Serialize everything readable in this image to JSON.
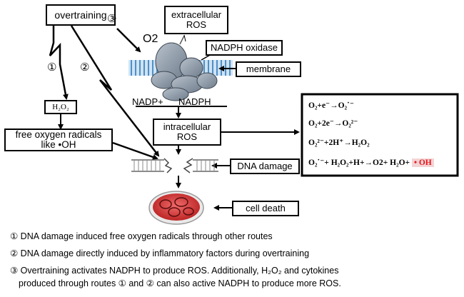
{
  "boxes": {
    "overtraining": "overtraining",
    "extracellular_ros_line1": "extracellular",
    "extracellular_ros_line2": "ROS",
    "nadph_oxidase": "NADPH oxidase",
    "membrane": "membrane",
    "h2o2": "H₂O₂",
    "free_radicals_line1": "free oxygen radicals",
    "free_radicals_line2": "like •OH",
    "intracellular_ros_line1": "intracellular",
    "intracellular_ros_line2": "ROS",
    "dna_damage": "DNA damage",
    "cell_death": "cell death"
  },
  "labels": {
    "o2": "O2",
    "nadp_plus": "NADP+",
    "nadph": "NADPH",
    "route1": "①",
    "route2": "②",
    "route3": "③"
  },
  "reactions": {
    "r1": "O₂+e⁻→O₂˙⁻",
    "r2": "O₂+2e⁻→O₂²⁻",
    "r3": "O₂²⁻+2H⁺→H₂O₂",
    "r4_main": "O₂˙⁻+ H₂O₂+H+→O2+ H₂O+",
    "r4_radical": "• OH"
  },
  "notes": [
    "① DNA damage induced free oxygen radicals through other routes",
    "② DNA damage directly induced by inflammatory factors during overtraining",
    "③ Overtraining activates NADPH to produce ROS. Additionally, H₂O₂ and cytokines",
    "produced through routes ① and ② can also active NADPH to produce more ROS."
  ],
  "colors": {
    "membrane_blue": "#7fb2dd",
    "protein_gray": "#8e9aa8",
    "petri_red": "#d93a3a",
    "radical_red": "#e8141b"
  },
  "icons": {
    "enzyme": "nadph-oxidase-protein-complex",
    "membrane": "lipid-bilayer",
    "dna": "broken-dna-double-helix",
    "petri": "petri-dish-dead-cells"
  }
}
